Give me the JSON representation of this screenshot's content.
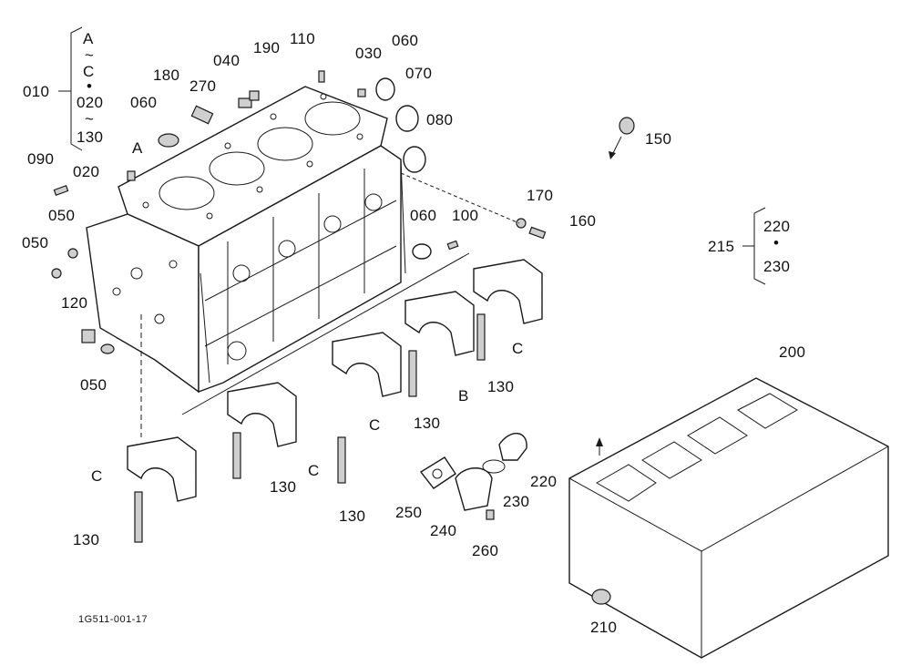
{
  "figure_code": "1G511-001-17",
  "callouts": {
    "c010": "010",
    "c020a": "020",
    "c030": "030",
    "c040": "040",
    "c050a": "050",
    "c050b": "050",
    "c050c": "050",
    "c060a": "060",
    "c060b": "060",
    "c060c": "060",
    "c070": "070",
    "c080": "080",
    "c090": "090",
    "c100": "100",
    "c110": "110",
    "c120": "120",
    "c130a": "130",
    "c130b": "130",
    "c130c": "130",
    "c130d": "130",
    "c130e": "130",
    "c130f": "130",
    "c150": "150",
    "c160": "160",
    "c170": "170",
    "c180": "180",
    "c190": "190",
    "c200": "200",
    "c210": "210",
    "c215": "215",
    "c220a": "220",
    "c220b": "220",
    "c230a": "230",
    "c230b": "230",
    "c240": "240",
    "c250": "250",
    "c260": "260",
    "c270": "270"
  },
  "group_010": {
    "l1": "A",
    "l2": "~",
    "l3": "C",
    "l4": "•",
    "l5": "020",
    "l6": "~",
    "l7": "130"
  },
  "group_215": {
    "l1": "220",
    "l2": "•",
    "l3": "230"
  },
  "ref_letters": {
    "a": "A",
    "b": "B",
    "c1": "C",
    "c2": "C",
    "c3": "C",
    "c4": "C"
  }
}
